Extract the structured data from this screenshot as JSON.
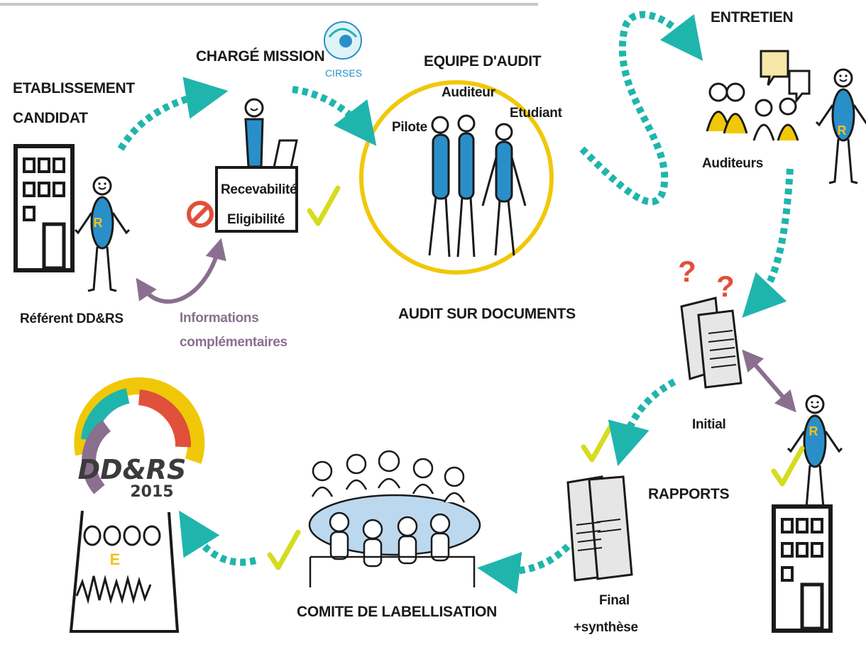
{
  "stages": {
    "etablissement": {
      "line1": "ETABLISSEMENT",
      "line2": "CANDIDAT"
    },
    "referent": "Référent DD&RS",
    "charge_mission": "CHARGÉ MISSION",
    "cirses_logo": "CIRSES",
    "recevabilite": "Recevabilité",
    "eligibilite": "Eligibilité",
    "informations": {
      "line1": "Informations",
      "line2": "complémentaires"
    },
    "equipe": "EQUIPE D'AUDIT",
    "auditeur": "Auditeur",
    "pilote": "Pilote",
    "etudiant": "Etudiant",
    "audit_docs": "AUDIT SUR DOCUMENTS",
    "entretien": "ENTRETIEN",
    "auditeurs": "Auditeurs",
    "initial": "Initial",
    "rapports": "RAPPORTS",
    "final": {
      "line1": "Final",
      "line2": "+synthèse"
    },
    "comite": "COMITE DE LABELLISATION",
    "question_mark": "?",
    "referent_badge": "R",
    "trophy_badge": "E",
    "trophy_title": "DD&RS",
    "trophy_year": "2015"
  },
  "colors": {
    "teal": "#1fb5ad",
    "purple": "#8a6f8f",
    "yellow_circle": "#f0c808",
    "check": "#d6dc1e",
    "red": "#e0503a",
    "ink": "#1a1a1a",
    "blue": "#2a8fc9",
    "badge_yellow": "#f2c21b"
  },
  "icons": [
    "building-icon",
    "stick-figure-icon",
    "no-entry-icon",
    "checkmark-icon",
    "document-icon",
    "question-mark-icon",
    "speech-bubble-icon",
    "trophy-logo"
  ]
}
